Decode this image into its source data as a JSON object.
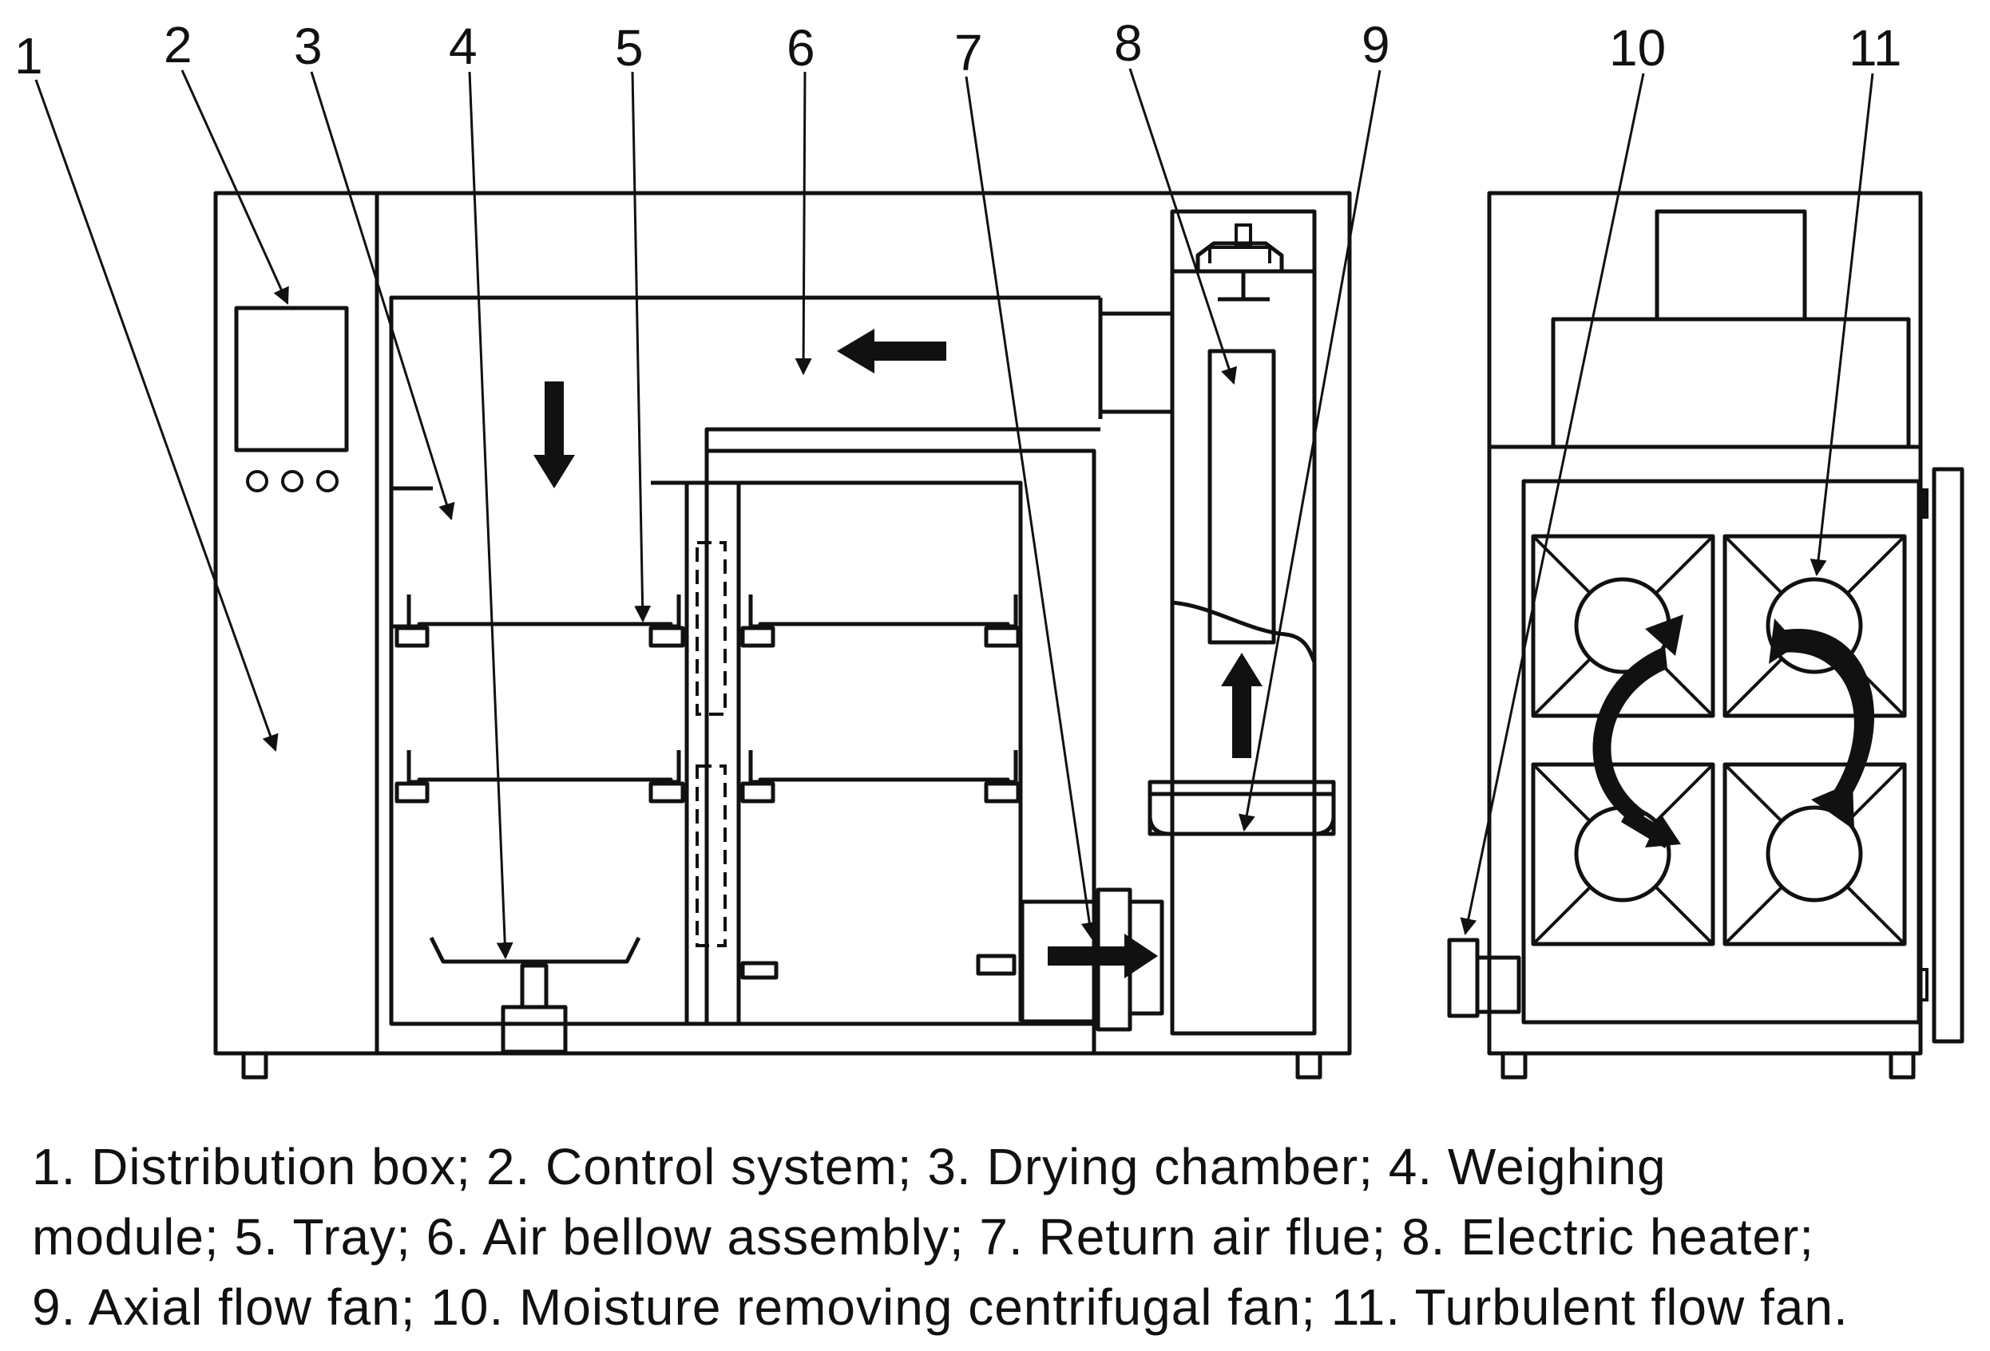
{
  "numbers": [
    "1",
    "2",
    "3",
    "4",
    "5",
    "6",
    "7",
    "8",
    "9",
    "10",
    "11"
  ],
  "caption": {
    "line1": "1. Distribution box; 2. Control system; 3. Drying chamber; 4. Weighing",
    "line2": "module; 5. Tray; 6. Air bellow assembly; 7. Return air flue; 8. Electric heater;",
    "line3": "9. Axial flow fan; 10. Moisture removing centrifugal fan; 11. Turbulent flow fan."
  },
  "colors": {
    "line": "#111111",
    "background": "#ffffff"
  }
}
